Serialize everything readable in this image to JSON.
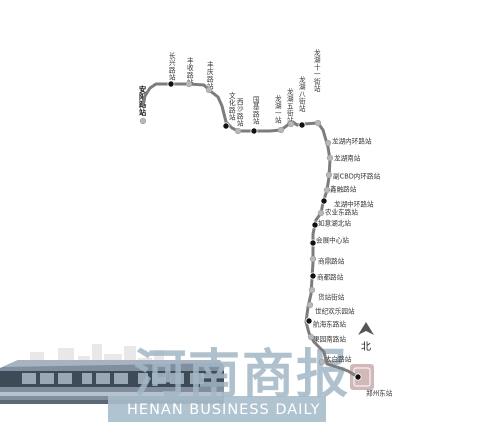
{
  "stations": [
    {
      "name": "安阳路站",
      "type": "terminal"
    },
    {
      "name": "长兴路站",
      "type": "interchange"
    },
    {
      "name": "丰收路站",
      "type": "normal"
    },
    {
      "name": "丰庆路站",
      "type": "normal"
    },
    {
      "name": "文化路站",
      "type": "interchange"
    },
    {
      "name": "西沙路站",
      "type": "normal"
    },
    {
      "name": "国基路站",
      "type": "interchange"
    },
    {
      "name": "龙湖一站",
      "type": "normal"
    },
    {
      "name": "龙湖五街站",
      "type": "normal"
    },
    {
      "name": "龙湖八街站",
      "type": "interchange"
    },
    {
      "name": "龙湖十一街站",
      "type": "normal"
    },
    {
      "name": "龙湖内环路站",
      "type": "normal"
    },
    {
      "name": "龙湖南站",
      "type": "normal"
    },
    {
      "name": "副CBD内环路站",
      "type": "normal"
    },
    {
      "name": "鑫融路站",
      "type": "normal"
    },
    {
      "name": "龙湖中环路站",
      "type": "interchange"
    },
    {
      "name": "农业东路站",
      "type": "normal"
    },
    {
      "name": "如意湖北站",
      "type": "interchange"
    },
    {
      "name": "会展中心站",
      "type": "interchange"
    },
    {
      "name": "商鼎路站",
      "type": "normal"
    },
    {
      "name": "商都路站",
      "type": "interchange"
    },
    {
      "name": "货站街站",
      "type": "normal"
    },
    {
      "name": "世纪欢乐园站",
      "type": "normal"
    },
    {
      "name": "航海东路站",
      "type": "interchange"
    },
    {
      "name": "果园南路站",
      "type": "normal"
    },
    {
      "name": "太白路站",
      "type": "normal"
    },
    {
      "name": "郑州东站",
      "type": "interchange"
    }
  ],
  "compass": {
    "label": "北"
  },
  "watermark": {
    "chinese": "河南商报",
    "english": "HENAN BUSINESS DAILY"
  },
  "colors": {
    "line": "#7d7d7d",
    "station_normal": "#b8b8b8",
    "station_interchange": "#111111",
    "train_body": "#7f8fa0",
    "watermark": "#a3b7c6"
  }
}
